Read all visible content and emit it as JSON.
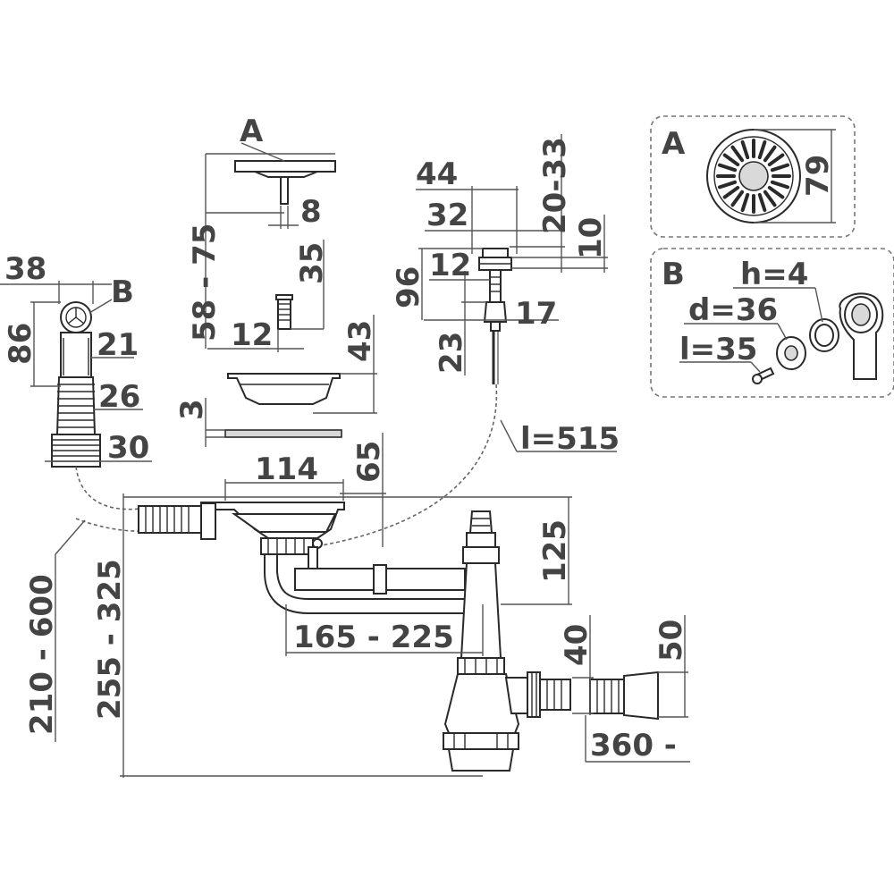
{
  "labels": {
    "part_a": "A",
    "part_b": "B",
    "dim_8": "8",
    "dim_58_75": "58 - 75",
    "dim_35": "35",
    "dim_12_screw": "12",
    "dim_43": "43",
    "dim_3": "3",
    "dim_65": "65",
    "dim_114": "114",
    "dim_38": "38",
    "dim_86": "86",
    "dim_21": "21",
    "dim_26": "26",
    "dim_30": "30",
    "dim_44": "44",
    "dim_32": "32",
    "dim_20_33": "20-33",
    "dim_10": "10",
    "dim_96": "96",
    "dim_12_handle": "12",
    "dim_17": "17",
    "dim_23": "23",
    "dim_l515": "l=515",
    "dim_125": "125",
    "dim_165_225": "165 - 225",
    "dim_210_600": "210 - 600",
    "dim_255_325": "255 - 325",
    "dim_40": "40",
    "dim_50": "50",
    "dim_360": "360 -"
  },
  "detail_a": {
    "title": "A",
    "dim_79": "79"
  },
  "detail_b": {
    "title": "B",
    "h": "h=4",
    "d": "d=36",
    "l": "l=35"
  },
  "colors": {
    "line": "#2a2a2a",
    "text": "#444444",
    "fill": "#d9d9d9"
  }
}
